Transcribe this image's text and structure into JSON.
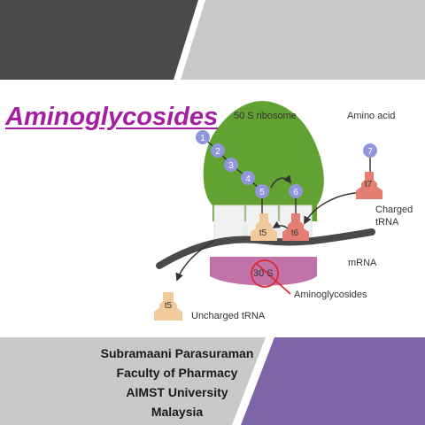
{
  "title": "Aminoglycosides",
  "diagram": {
    "ribosome_label": "50 S ribosome",
    "amino_acid_label": "Amino acid",
    "small_subunit_label": "30 S",
    "mrna_label": "mRNA",
    "drug_label": "Aminoglycosides",
    "charged_trna_line1": "Charged",
    "charged_trna_line2": "tRNA",
    "uncharged_trna_label": "Uncharged tRNA",
    "trna_t5": "t5",
    "trna_t6": "t6",
    "trna_t7": "t7",
    "uncharged_trna": "t5",
    "amino_acid_numbers": [
      "1",
      "2",
      "3",
      "4",
      "5",
      "6",
      "7"
    ]
  },
  "footer": {
    "line1": "Subramaani Parasuraman",
    "line2": "Faculty of Pharmacy",
    "line3": "AIMST University",
    "line4": "Malaysia"
  },
  "colors": {
    "dark_gray": "#4a4a4a",
    "light_gray": "#c9c9c9",
    "purple": "#7e65a7",
    "title": "#a31ea0",
    "ribosome_green": "#62a232",
    "small_subunit_pink": "#c173a9",
    "bead_blue": "#8f96db",
    "trna_peach": "#f2c99a",
    "trna_salmon": "#e47d72"
  }
}
